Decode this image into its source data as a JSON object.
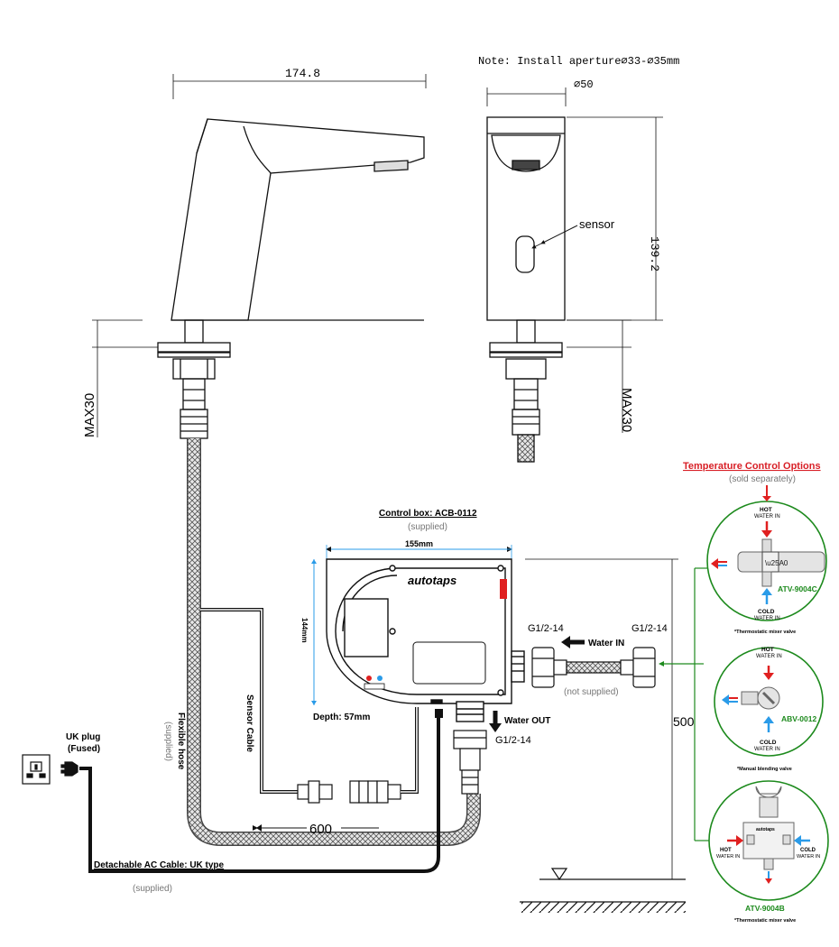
{
  "note": "Note: Install aperture∅33-∅35mm",
  "dims": {
    "width_174": "174.8",
    "diameter_50": "∅50",
    "height_139": "139.2",
    "max30_left": "MAX30",
    "max30_right": "MAX30",
    "length_600": "600",
    "height_500": "500"
  },
  "labels": {
    "sensor": "sensor",
    "sensor_cable": "Sensor Cable",
    "flexible_hose": "Flexible hose",
    "flexible_hose_supplied": "(supplied)",
    "uk_plug": "UK plug",
    "uk_plug_fused": "(Fused)",
    "ac_cable": "Detachable AC Cable: UK type",
    "ac_cable_supplied": "(supplied)",
    "water_in": "Water IN",
    "water_in_not_supplied": "(not supplied)",
    "water_out": "Water OUT",
    "g_left": "G1/2-14",
    "g_right": "G1/2-14",
    "g_bottom": "G1/2-14"
  },
  "control_box": {
    "title": "Control box: ACB-0112",
    "supplied": "(supplied)",
    "width": "155mm",
    "height": "144mm",
    "depth": "Depth: 57mm",
    "brand": "autotaps"
  },
  "temperature_options": {
    "title": "Temperature Control Options",
    "subtitle": "(sold separately)",
    "options": [
      {
        "model": "ATV-9004C",
        "hot": "HOT",
        "hot_sub": "WATER IN",
        "cold": "COLD",
        "cold_sub": "WATER IN",
        "caption": "*Thermostatic mixer valve"
      },
      {
        "model": "ABV-0012",
        "hot": "HOT",
        "hot_sub": "WATER IN",
        "cold": "COLD",
        "cold_sub": "WATER IN",
        "caption": "*Manual blending valve"
      },
      {
        "model": "ATV-9004B",
        "hot": "HOT",
        "hot_sub": "WATER IN",
        "cold": "COLD",
        "cold_sub": "WATER IN",
        "caption": "*Thermostatic mixer valve",
        "brand": "autotaps"
      }
    ]
  },
  "colors": {
    "red": "#e02020",
    "green": "#1d8a1d",
    "blue": "#2a9be8",
    "link_red": "#d81f26"
  }
}
